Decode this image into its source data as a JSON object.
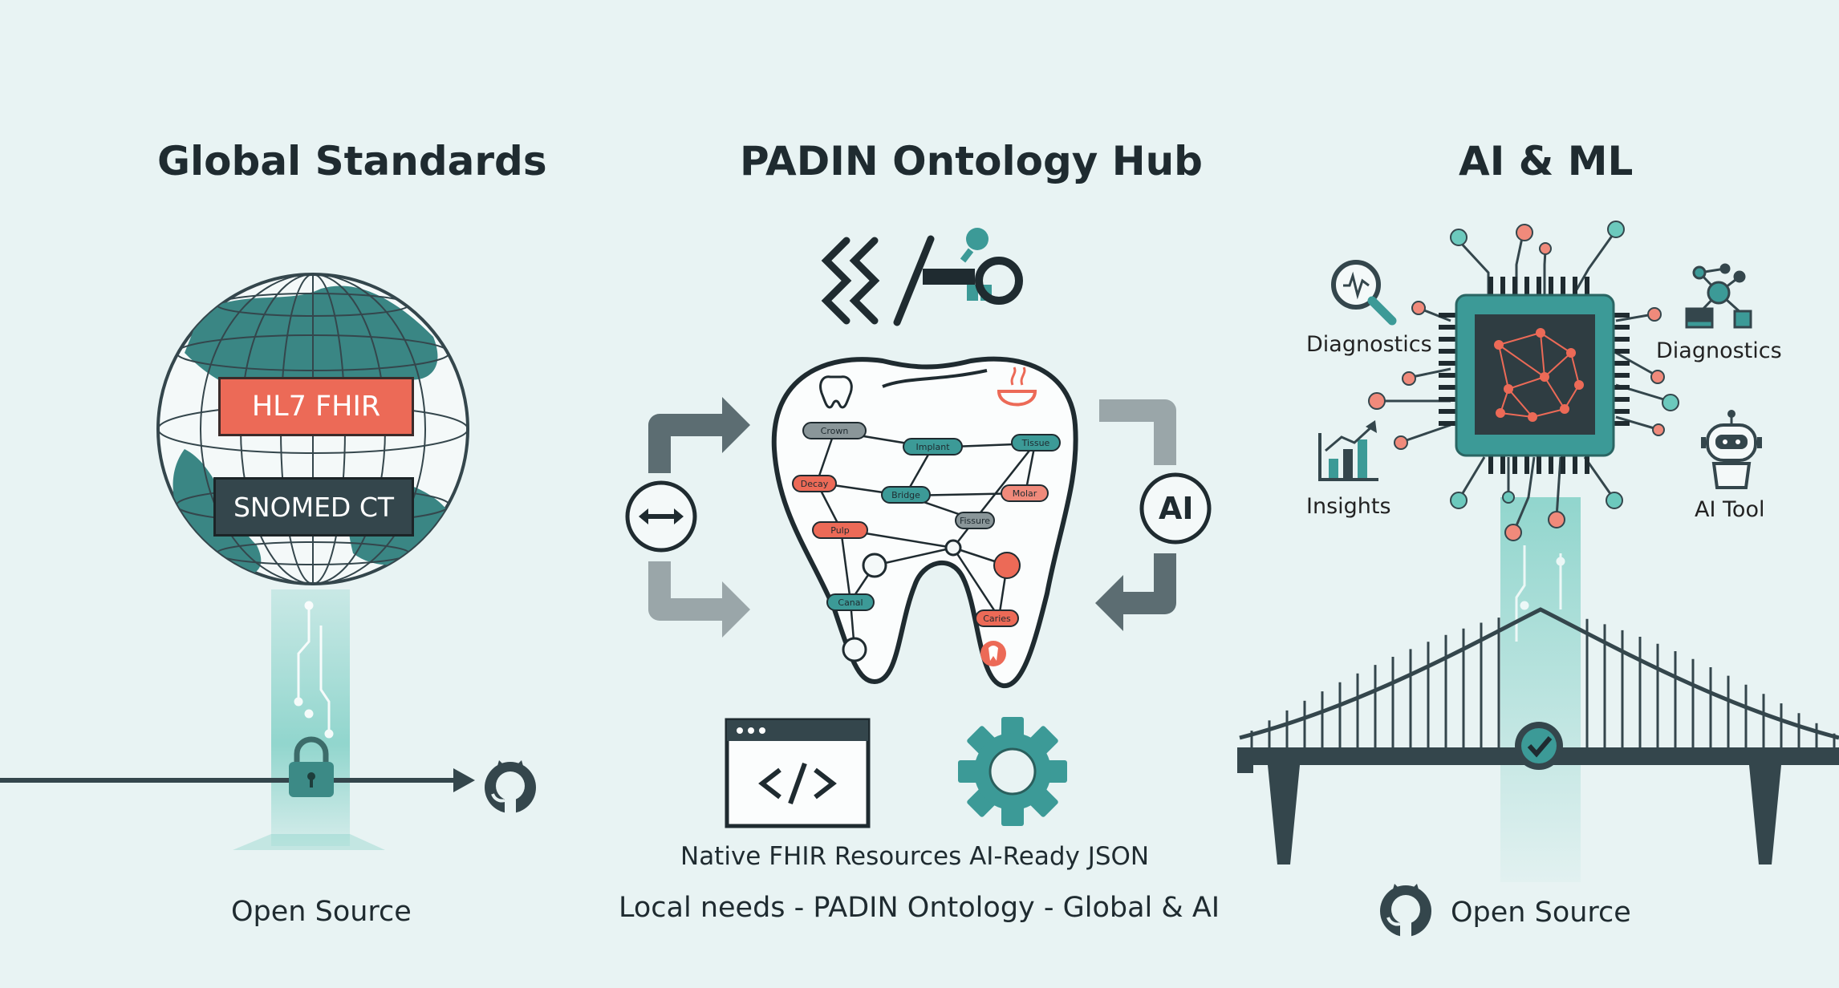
{
  "columns": {
    "left": {
      "title": "Global Standards",
      "badges": [
        "HL7 FHIR",
        "SNOMED CT"
      ],
      "footer": "Open Source"
    },
    "center": {
      "title": "PADIN Ontology Hub",
      "nodes": [
        "Crown",
        "Implant",
        "Tissue",
        "Bridge",
        "Decay",
        "Molar",
        "Fissure",
        "Pulp",
        "Canal",
        "Caries"
      ],
      "ai_badge": "AI",
      "caption_1": "Native FHIR Resources AI-Ready JSON",
      "caption_2": "Local needs - PADIN Ontology - Global & AI"
    },
    "right": {
      "title": "AI & ML",
      "labels": [
        "Diagnostics",
        "Diagnostics",
        "Insights",
        "AI Tool"
      ],
      "footer": "Open Source"
    }
  },
  "colors": {
    "background": "#e8f3f3",
    "teal": "#3c9a97",
    "coral": "#ec6a57",
    "dark": "#34464c"
  }
}
